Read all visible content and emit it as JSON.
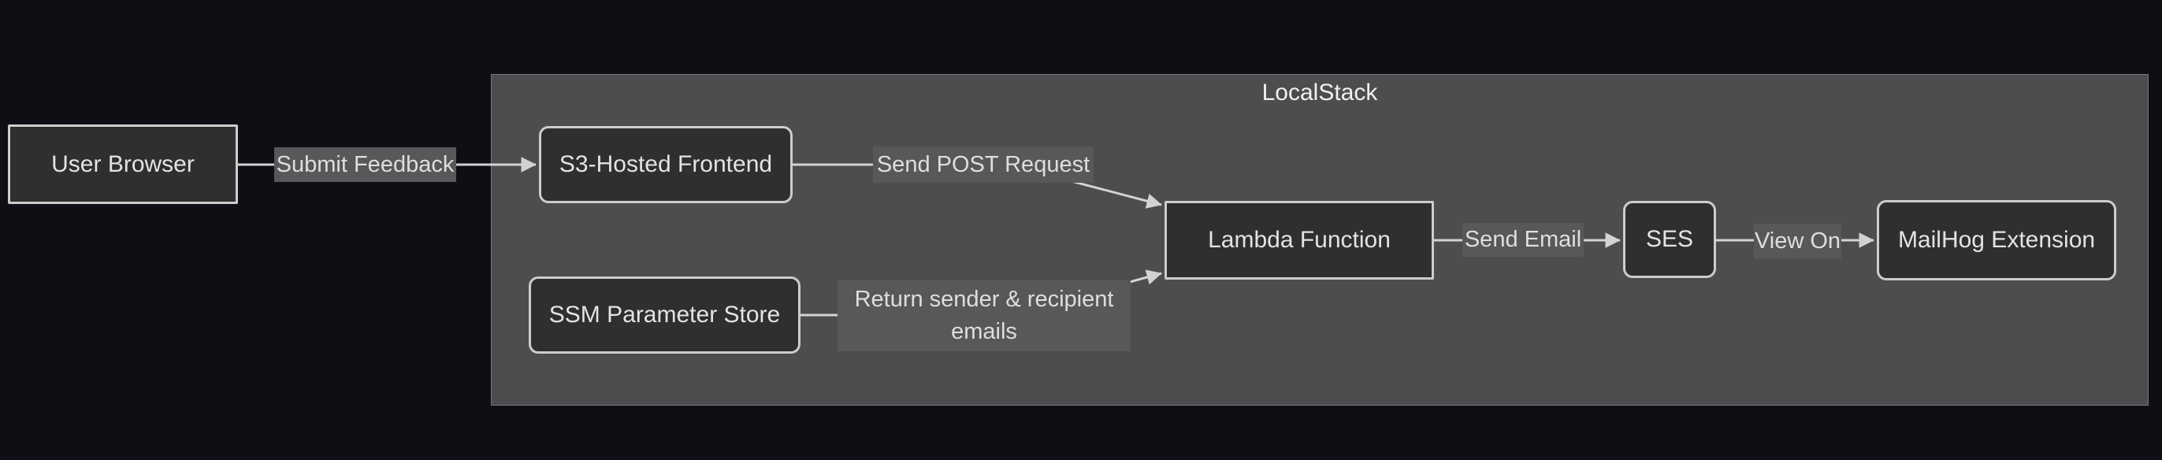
{
  "diagram": {
    "type": "flowchart",
    "direction": "left-to-right",
    "container": {
      "label": "LocalStack",
      "members": [
        "S3-Hosted Frontend",
        "SSM Parameter Store",
        "Lambda Function",
        "SES",
        "MailHog Extension"
      ]
    },
    "nodes": [
      {
        "id": "user-browser",
        "label": "User Browser",
        "shape": "rectangle",
        "inside_container": false
      },
      {
        "id": "s3-hosted-frontend",
        "label": "S3-Hosted Frontend",
        "shape": "rounded",
        "inside_container": true
      },
      {
        "id": "ssm-parameter-store",
        "label": "SSM Parameter Store",
        "shape": "rounded",
        "inside_container": true
      },
      {
        "id": "lambda-function",
        "label": "Lambda Function",
        "shape": "rectangle",
        "inside_container": true
      },
      {
        "id": "ses",
        "label": "SES",
        "shape": "rounded",
        "inside_container": true
      },
      {
        "id": "mailhog-extension",
        "label": "MailHog Extension",
        "shape": "rounded",
        "inside_container": true
      }
    ],
    "edges": [
      {
        "from": "User Browser",
        "to": "S3-Hosted Frontend",
        "label": "Submit Feedback"
      },
      {
        "from": "S3-Hosted Frontend",
        "to": "Lambda Function",
        "label": "Send POST Request"
      },
      {
        "from": "SSM Parameter Store",
        "to": "Lambda Function",
        "label": "Return sender & recipient emails"
      },
      {
        "from": "Lambda Function",
        "to": "SES",
        "label": "Send Email"
      },
      {
        "from": "SES",
        "to": "MailHog Extension",
        "label": "View On"
      }
    ],
    "colors": {
      "background": "#0e0e15",
      "cluster_fill": "#4d4d4f",
      "cluster_border": "#76767a",
      "node_fill": "#2f2f31",
      "node_border": "#cdcdcd",
      "edge_line": "#d2d2d2",
      "edge_label_bg": "#58585a",
      "text": "#e3e3e3",
      "title_text": "#f0f0f0"
    }
  }
}
